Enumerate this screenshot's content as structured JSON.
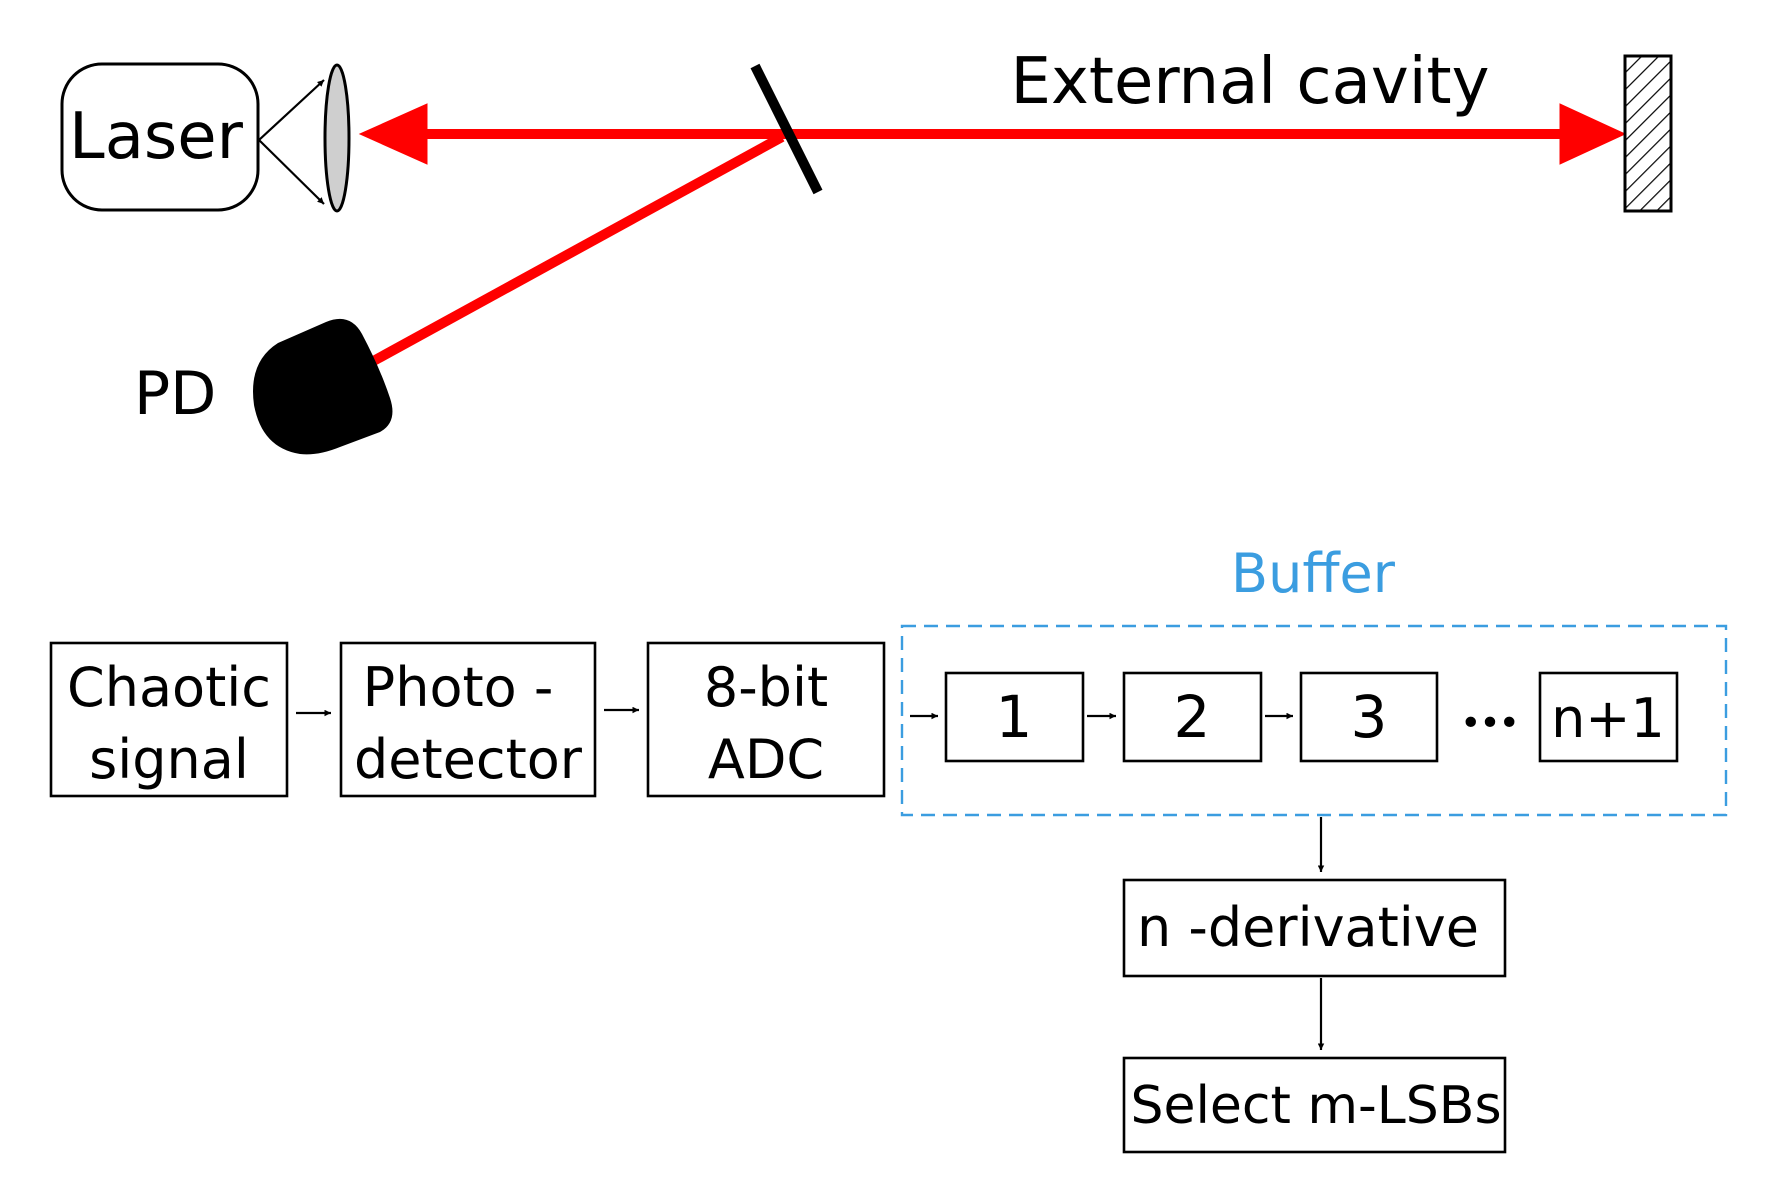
{
  "optical": {
    "laser_label": "Laser",
    "cavity_label": "External cavity",
    "pd_label": "PD",
    "beam_color": "#ff0000"
  },
  "chain": {
    "source": [
      "Chaotic",
      "signal"
    ],
    "photodetector": [
      "Photo -",
      "detector"
    ],
    "adc": [
      "8-bit",
      "ADC"
    ]
  },
  "buffer": {
    "label": "Buffer",
    "color": "#3b9de0",
    "cells": [
      "1",
      "2",
      "3",
      "n+1"
    ],
    "ellipsis": "•••"
  },
  "processing": {
    "derivative": "n -derivative",
    "select": "Select m-LSBs"
  }
}
